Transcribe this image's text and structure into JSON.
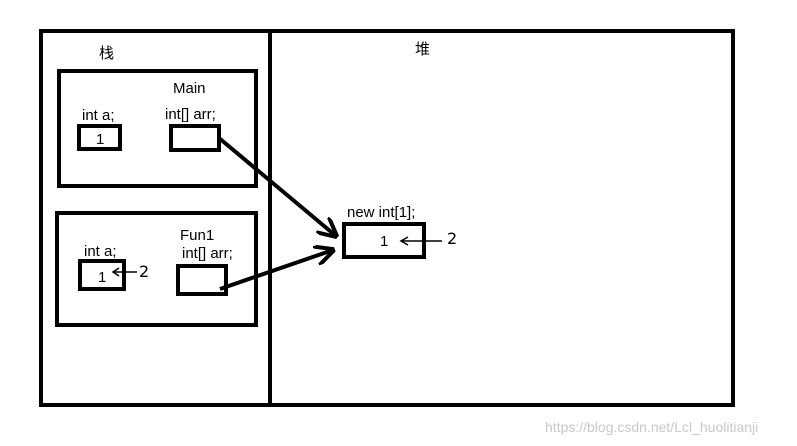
{
  "stack": {
    "title": "栈",
    "main_frame": {
      "title": "Main",
      "var_a_label": "int a;",
      "var_a_value": "1",
      "var_arr_label": "int[] arr;"
    },
    "fun1_frame": {
      "title": "Fun1",
      "var_a_label": "int a;",
      "var_a_value": "1",
      "var_a_note": "2",
      "var_arr_label": "int[] arr;"
    }
  },
  "heap": {
    "title": "堆",
    "object": {
      "label": "new int[1];",
      "value": "1",
      "note": "2"
    }
  },
  "watermark": "https://blog.csdn.net/Lcl_huolitianji",
  "colors": {
    "ink": "#000000",
    "watermark": "#c8c8c8",
    "background": "#ffffff"
  }
}
